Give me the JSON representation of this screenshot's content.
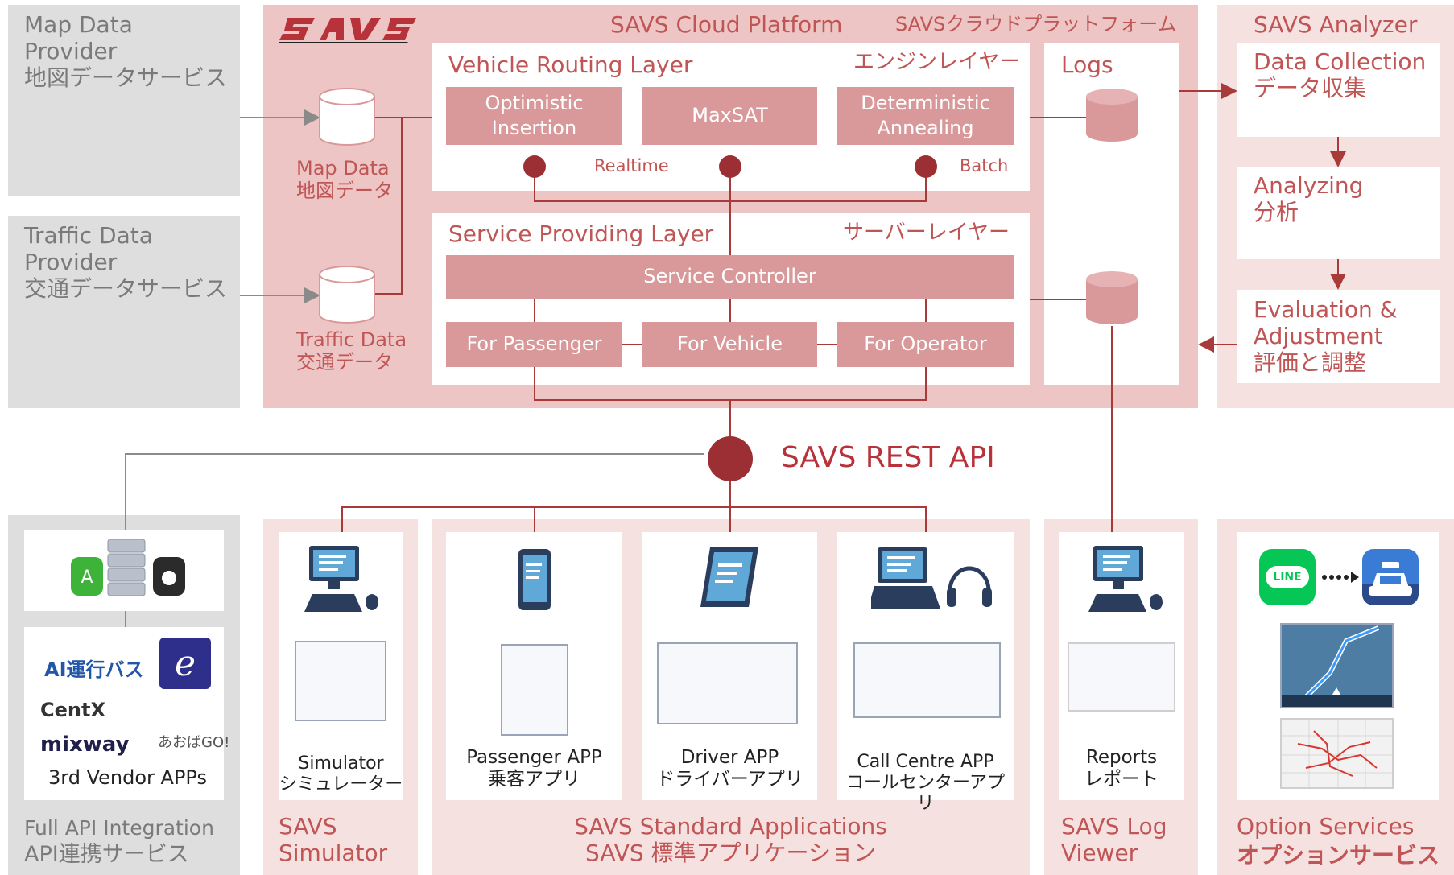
{
  "providers": {
    "map": {
      "title": "Map Data\nProvider\n地図データサービス"
    },
    "traffic": {
      "title": "Traffic Data\nProvider\n交通データサービス"
    }
  },
  "cloud": {
    "logo": "SAVS",
    "title": "SAVS Cloud Platform",
    "title_ja": "SAVSクラウドプラットフォーム",
    "map_data": "Map Data\n地図データ",
    "traffic_data": "Traffic Data\n交通データ",
    "routing": {
      "title": "Vehicle Routing Layer",
      "title_ja": "エンジンレイヤー",
      "algo1": "Optimistic\nInsertion",
      "algo2": "MaxSAT",
      "algo3": "Deterministic\nAnnealing",
      "realtime": "Realtime",
      "batch": "Batch"
    },
    "service": {
      "title": "Service Providing Layer",
      "title_ja": "サーバーレイヤー",
      "controller": "Service Controller",
      "passenger": "For Passenger",
      "vehicle": "For Vehicle",
      "operator": "For Operator"
    },
    "logs": "Logs"
  },
  "analyzer": {
    "title": "SAVS Analyzer",
    "step1": "Data Collection\nデータ収集",
    "step2": "Analyzing\n分析",
    "step3": "Evaluation &\nAdjustment\n評価と調整"
  },
  "api": {
    "label": "SAVS REST API"
  },
  "bottom": {
    "vendor": {
      "apps_label": "3rd Vendor APPs",
      "brand1": "AI運行バス",
      "brand2": "CentX",
      "brand3": "mixway",
      "brand4": "あおばGO!",
      "title_en": "Full API Integration",
      "title_ja": "API連携サービス"
    },
    "simulator": {
      "app": "Simulator\nシミュレーター",
      "title": "SAVS\nSimulator"
    },
    "standard": {
      "passenger": "Passenger APP\n乗客アプリ",
      "driver": "Driver APP\nドライバーアプリ",
      "callcentre": "Call Centre APP\nコールセンターアプリ",
      "title": "SAVS Standard Applications\nSAVS 標準アプリケーション"
    },
    "logviewer": {
      "app": "Reports\nレポート",
      "title": "SAVS Log\nViewer"
    },
    "option": {
      "line": "LINE",
      "title_en": "Option Services",
      "title_ja": "オプションサービス"
    }
  },
  "colors": {
    "accent": "#a83a3a",
    "pink": "#edc5c5",
    "light_pink": "#f6e1e1",
    "box": "#d9999a",
    "grey": "#dedede"
  }
}
